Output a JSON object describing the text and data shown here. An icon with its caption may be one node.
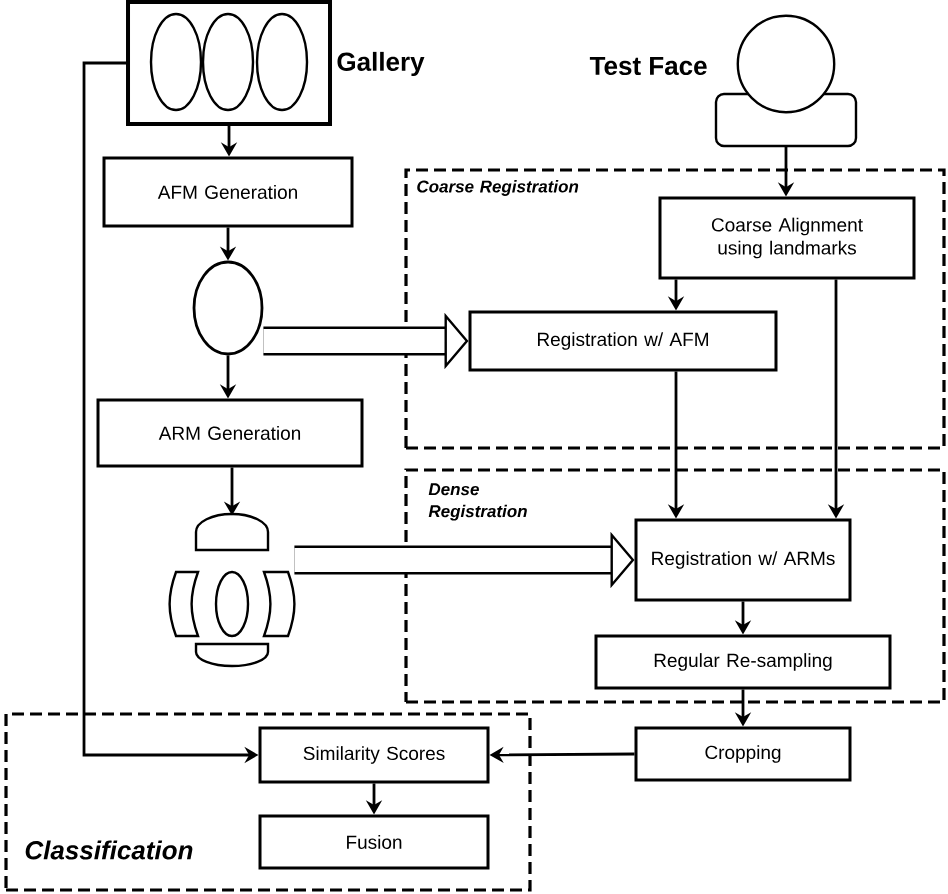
{
  "diagram": {
    "nodes": [
      {
        "text": [
          "Coarse Registration"
        ]
      },
      {
        "text": [
          "Dense Registration"
        ]
      },
      {
        "text": [
          "Classification"
        ]
      },
      {
        "text": [],
        "shape": "picture",
        "beside": [
          "Gallery"
        ]
      },
      {
        "text": [],
        "shape": "person",
        "beside": [
          "Test Face"
        ]
      },
      {
        "text": [
          "AFM Generation"
        ]
      },
      {
        "text": [
          "Coarse Alignment using landmarks"
        ],
        "in": 0
      },
      {
        "text": [],
        "shape": "ellipse"
      },
      {
        "text": [
          "Registration w/ AFM"
        ],
        "in": 0
      },
      {
        "text": [
          "ARM Generation"
        ]
      },
      {
        "text": [],
        "shape": "picture"
      },
      {
        "text": [
          "Registration w/ ARMs"
        ],
        "in": 1
      },
      {
        "text": [
          "Regular Re-sampling"
        ],
        "in": 1
      },
      {
        "text": [
          "Similarity Scores"
        ],
        "in": 2
      },
      {
        "text": [
          "Cropping"
        ]
      },
      {
        "text": [
          "Fusion"
        ],
        "in": 2
      }
    ],
    "edges": [
      {
        "from": 3,
        "to": 5,
        "arrow": "to"
      },
      {
        "from": 5,
        "to": 7,
        "arrow": "to"
      },
      {
        "from": 7,
        "to": 8,
        "arrow": "to",
        "style": "thick"
      },
      {
        "from": 7,
        "to": 9,
        "arrow": "to"
      },
      {
        "from": 9,
        "to": 10,
        "arrow": "to"
      },
      {
        "from": 10,
        "to": 11,
        "arrow": "to",
        "style": "thick"
      },
      {
        "from": 4,
        "to": 6,
        "arrow": "to"
      },
      {
        "from": 6,
        "to": 8,
        "arrow": "to"
      },
      {
        "from": 8,
        "to": 11,
        "arrow": "to"
      },
      {
        "from": 6,
        "to": 11,
        "arrow": "to"
      },
      {
        "from": 11,
        "to": 12,
        "arrow": "to"
      },
      {
        "from": 12,
        "to": 14,
        "arrow": "to"
      },
      {
        "from": 14,
        "to": 13,
        "arrow": "to"
      },
      {
        "from": 3,
        "to": 13,
        "arrow": "to"
      },
      {
        "from": 13,
        "to": 15,
        "arrow": "to"
      }
    ]
  }
}
